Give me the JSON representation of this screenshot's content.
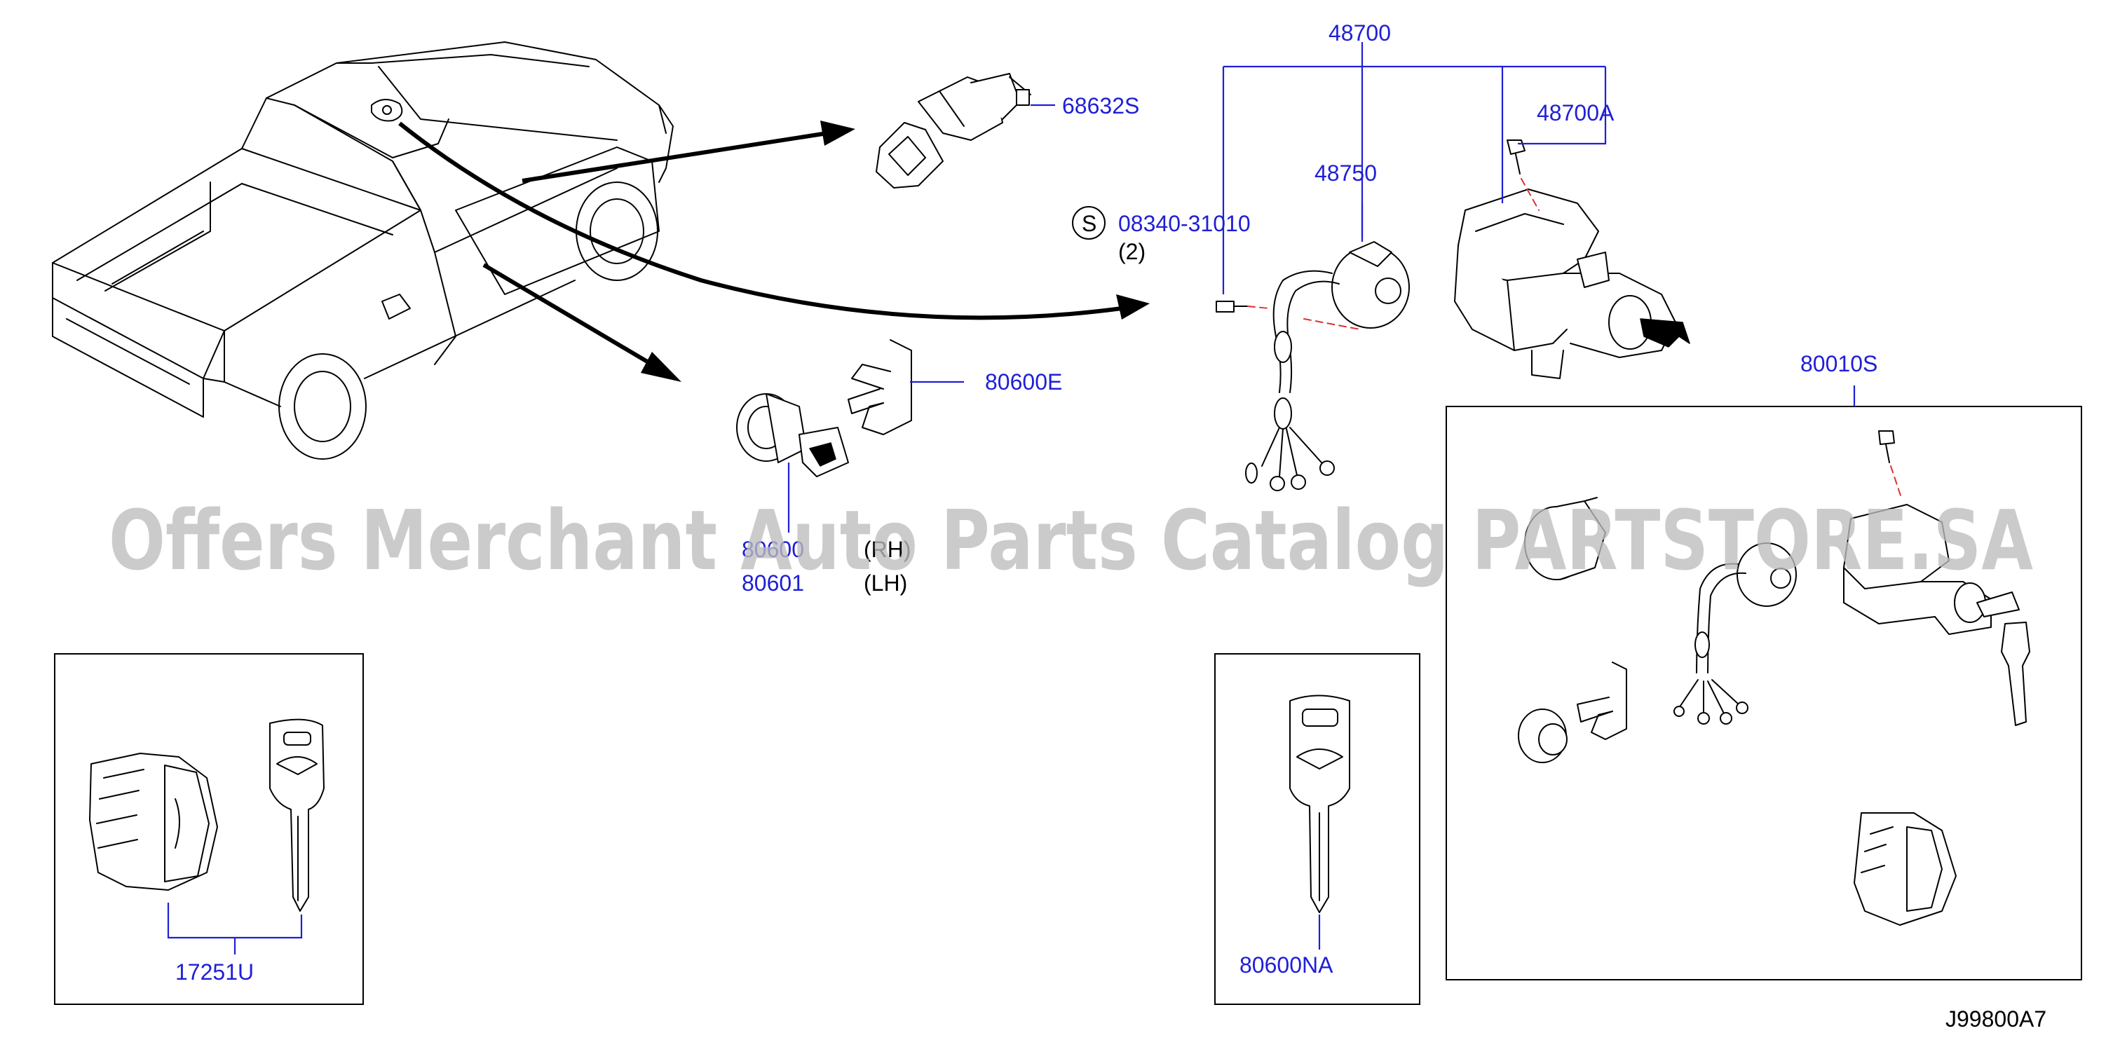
{
  "diagram": {
    "labels": {
      "p48700": "48700",
      "p48700A": "48700A",
      "p48750": "48750",
      "p68632S": "68632S",
      "s_symbol": "S",
      "p08340": "08340-31010",
      "qty2": "(2)",
      "p80600E": "80600E",
      "p80600": "80600",
      "rh": "(RH)",
      "p80601": "80601",
      "lh": "(LH)",
      "p80010S": "80010S",
      "p17251U": "17251U",
      "p80600NA": "80600NA",
      "code": "J99800A7"
    },
    "watermark": "Offers Merchant Auto Parts Catalog PARTSTORE.SA",
    "colors": {
      "part_number": "#1f1fd6",
      "line_art": "#000000",
      "dashed_guide": "#e03030",
      "watermark": "#bdbdbd"
    }
  }
}
